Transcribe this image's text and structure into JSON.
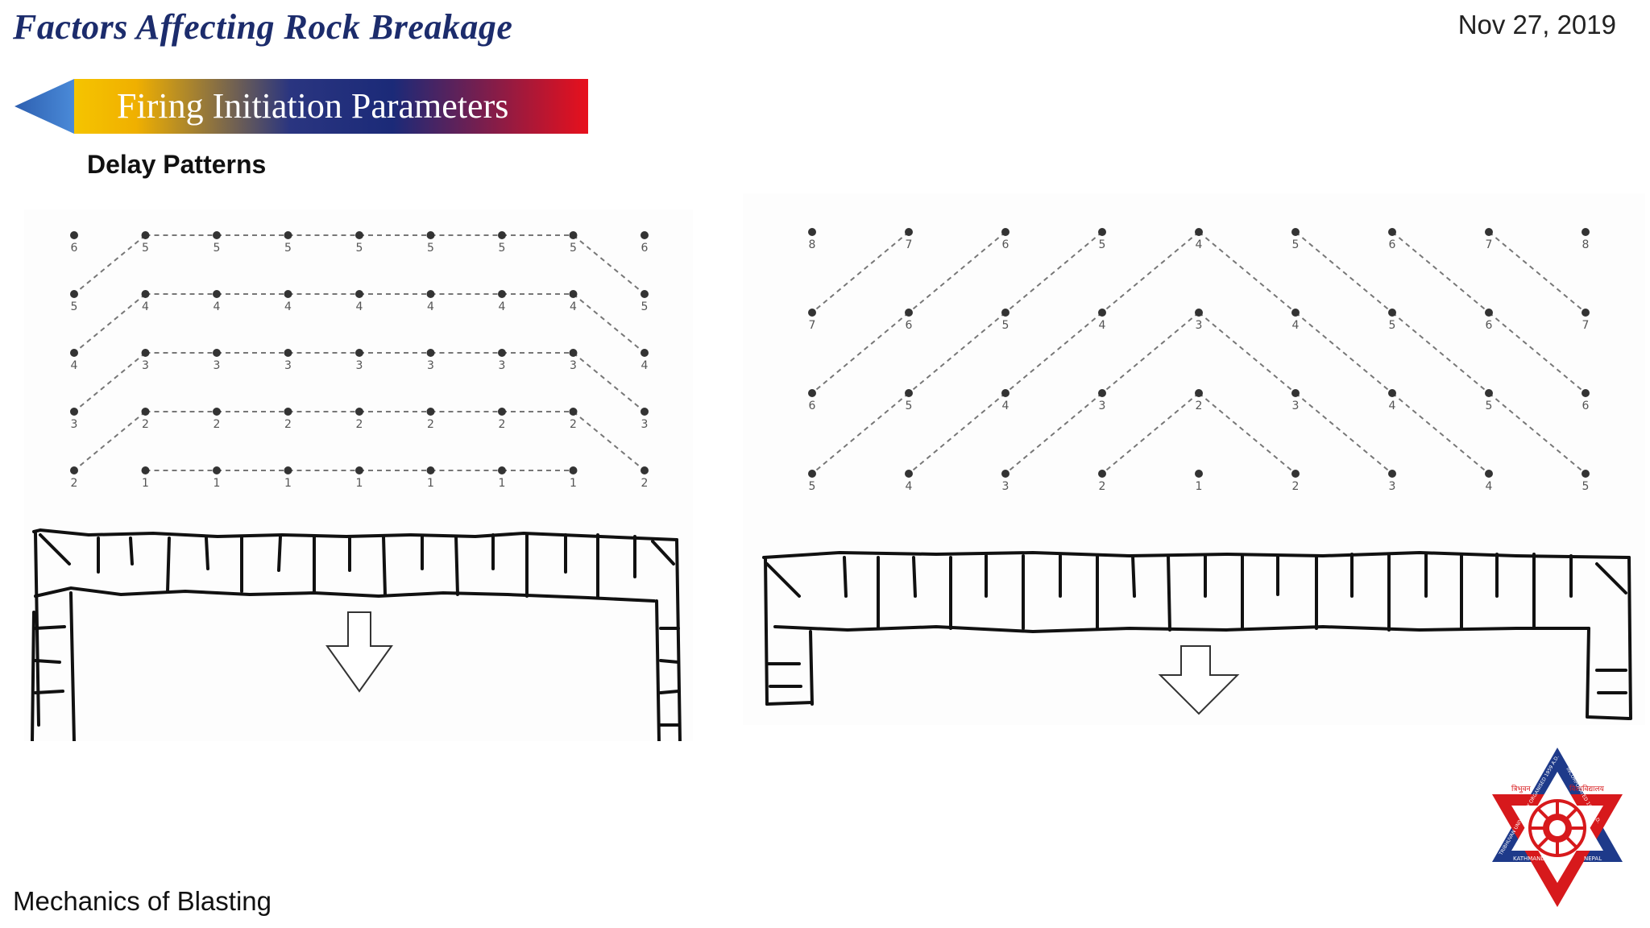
{
  "header": {
    "title": "Factors Affecting Rock Breakage",
    "date": "Nov 27, 2019"
  },
  "banner": {
    "label": "Firing Initiation Parameters",
    "colors": [
      "#f5c400",
      "#1b2a78",
      "#e8101c"
    ]
  },
  "section": {
    "subtitle": "Delay Patterns"
  },
  "diagram_left": {
    "rows": [
      [
        "6",
        "5",
        "5",
        "5",
        "5",
        "5",
        "5",
        "5",
        "6"
      ],
      [
        "5",
        "4",
        "4",
        "4",
        "4",
        "4",
        "4",
        "4",
        "5"
      ],
      [
        "4",
        "3",
        "3",
        "3",
        "3",
        "3",
        "3",
        "3",
        "4"
      ],
      [
        "3",
        "2",
        "2",
        "2",
        "2",
        "2",
        "2",
        "2",
        "3"
      ],
      [
        "2",
        "1",
        "1",
        "1",
        "1",
        "1",
        "1",
        "1",
        "2"
      ]
    ]
  },
  "diagram_right": {
    "rows": [
      [
        "8",
        "7",
        "6",
        "5",
        "4",
        "5",
        "6",
        "7",
        "8"
      ],
      [
        "7",
        "6",
        "5",
        "4",
        "3",
        "4",
        "5",
        "6",
        "7"
      ],
      [
        "6",
        "5",
        "4",
        "3",
        "2",
        "3",
        "4",
        "5",
        "6"
      ],
      [
        "5",
        "4",
        "3",
        "2",
        "1",
        "2",
        "3",
        "4",
        "5"
      ]
    ]
  },
  "footer": {
    "text": "Mechanics of Blasting"
  },
  "logo": {
    "top_left": "त्रिभुवन",
    "top_right": "विश्वविद्यालय",
    "city": "KATHMANDU,",
    "country": "NEPAL",
    "ring_left": "TRIBHUVAN UNIVERSITY ORGANISED 1959 A.D.",
    "ring_right": "INCORPORATED 1959 A.D.",
    "colors": [
      "#1e3a8a",
      "#d7191c"
    ]
  }
}
